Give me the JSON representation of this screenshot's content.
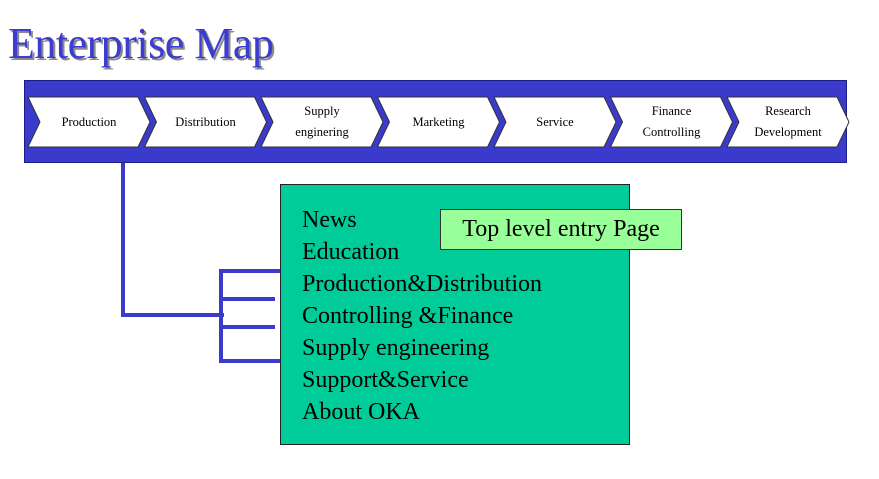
{
  "title": "Enterprise Map",
  "processes": [
    {
      "label": "Production"
    },
    {
      "label": "Distribution"
    },
    {
      "label": "Supply\nenginering"
    },
    {
      "label": "Marketing"
    },
    {
      "label": "Service"
    },
    {
      "label": "Finance\nControlling"
    },
    {
      "label": "Research\nDevelopment"
    }
  ],
  "menu": {
    "items": [
      "News",
      "Education",
      "Production&Distribution",
      "Controlling &Finance",
      "Supply engineering",
      "Support&Service",
      "About OKA"
    ]
  },
  "entry_label": "Top level entry Page",
  "colors": {
    "title": "#3c3cd2",
    "band": "#3a3acc",
    "chevron": "#ffffff",
    "menu_box": "#00cc99",
    "entry_label": "#99ff99",
    "connector": "#3a3acc"
  }
}
